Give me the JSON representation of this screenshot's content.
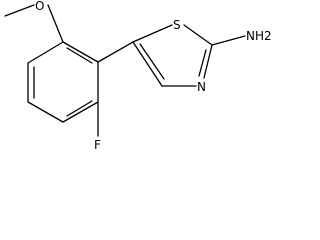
{
  "molecule": {
    "atoms": {
      "sulfur": "S",
      "amine": "NH2",
      "nitrogen": "N",
      "fluorine": "F",
      "oxygen": "O"
    }
  },
  "colors": {
    "bond": "#000000",
    "label": "#000000",
    "background": "#ffffff"
  }
}
